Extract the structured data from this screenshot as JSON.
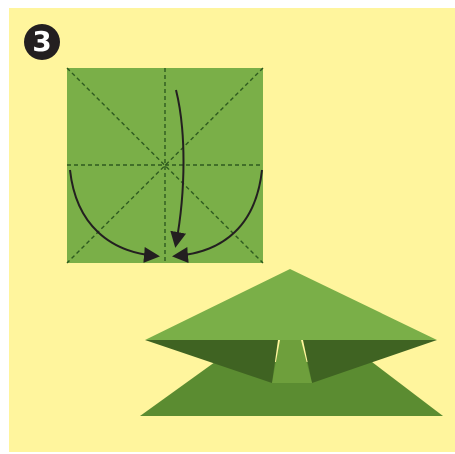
{
  "step": {
    "number": "3"
  },
  "colors": {
    "background": "#FFF59D",
    "paper_light": "#7aaf48",
    "paper_mid": "#5b8c31",
    "paper_dark": "#3f6322",
    "fold_line": "#2e5a1f",
    "arrow": "#231f20",
    "badge": "#231f20"
  },
  "diagram": {
    "folds": [
      "vertical",
      "horizontal",
      "diagonal-1",
      "diagonal-2"
    ],
    "arrows": [
      "left-to-center",
      "top-to-center",
      "right-to-center"
    ],
    "result": "waterbomb-base"
  }
}
